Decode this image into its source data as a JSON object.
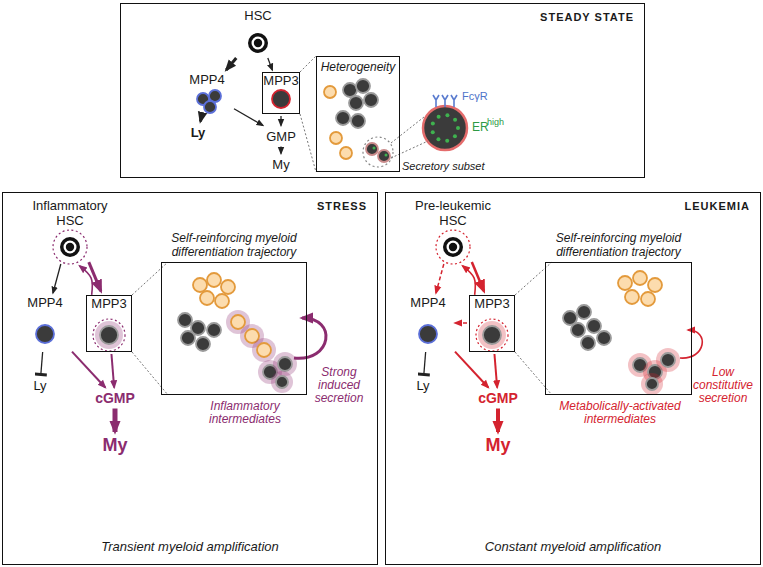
{
  "diagram": {
    "nodes": [
      {
        "text": [
          "STEADY STATE"
        ]
      },
      {
        "text": [
          "HSC"
        ],
        "in": 0
      },
      {
        "text": [
          "MPP4"
        ],
        "in": 0
      },
      {
        "text": [
          "MPP3"
        ],
        "in": 0
      },
      {
        "text": [
          "Ly"
        ],
        "in": 0
      },
      {
        "text": [
          "GMP"
        ],
        "in": 0
      },
      {
        "text": [
          "My"
        ],
        "in": 0
      },
      {
        "text": [
          "Heterogeneity"
        ],
        "in": 0
      },
      {
        "text": [
          "STRESS",
          "Transient myeloid amplification"
        ]
      },
      {
        "text": [
          "Inflammatory HSC"
        ],
        "in": 8
      },
      {
        "text": [
          "MPP4"
        ],
        "in": 8
      },
      {
        "text": [
          "MPP3"
        ],
        "in": 8
      },
      {
        "text": [
          "Ly"
        ],
        "in": 8
      },
      {
        "text": [
          "cGMP"
        ],
        "in": 8
      },
      {
        "text": [
          "My"
        ],
        "in": 8
      },
      {
        "text": [
          "Self-reinforcing myeloid differentiation trajectory"
        ],
        "in": 8
      },
      {
        "text": [
          "LEUKEMIA",
          "Constant myeloid amplification"
        ]
      },
      {
        "text": [
          "Pre-leukemic HSC"
        ],
        "in": 16
      },
      {
        "text": [
          "MPP4"
        ],
        "in": 16
      },
      {
        "text": [
          "MPP3"
        ],
        "in": 16
      },
      {
        "text": [
          "Ly"
        ],
        "in": 16
      },
      {
        "text": [
          "cGMP"
        ],
        "in": 16
      },
      {
        "text": [
          "My"
        ],
        "in": 16
      },
      {
        "text": [
          "Self-reinforcing myeloid differentiation trajectory"
        ],
        "in": 16
      }
    ],
    "edges": [
      {
        "from": 1,
        "to": 2,
        "arrow": "to"
      },
      {
        "from": 1,
        "to": 3,
        "arrow": "to"
      },
      {
        "from": 2,
        "to": 4,
        "arrow": "to"
      },
      {
        "from": 2,
        "to": 5,
        "arrow": "to"
      },
      {
        "from": 3,
        "to": 5,
        "arrow": "to"
      },
      {
        "from": 5,
        "to": 6,
        "arrow": "to"
      },
      {
        "from": 9,
        "to": 10,
        "arrow": "to"
      },
      {
        "from": 9,
        "to": 11,
        "arrow": "to"
      },
      {
        "from": 11,
        "to": 9,
        "arrow": "to"
      },
      {
        "from": 10,
        "to": 12,
        "arrow": "to"
      },
      {
        "from": 10,
        "to": 13,
        "arrow": "to"
      },
      {
        "from": 11,
        "to": 13,
        "arrow": "to"
      },
      {
        "from": 13,
        "to": 14,
        "arrow": "to"
      },
      {
        "from": 17,
        "to": 18,
        "arrow": "to"
      },
      {
        "from": 17,
        "to": 19,
        "arrow": "to"
      },
      {
        "from": 19,
        "to": 17,
        "arrow": "to"
      },
      {
        "from": 19,
        "to": 18,
        "arrow": "to"
      },
      {
        "from": 18,
        "to": 20,
        "arrow": "to"
      },
      {
        "from": 18,
        "to": 21,
        "arrow": "to"
      },
      {
        "from": 19,
        "to": 21,
        "arrow": "to"
      },
      {
        "from": 21,
        "to": 22,
        "arrow": "to"
      }
    ],
    "labels": [
      "FcγR",
      "ER",
      "high",
      "Secretory subset",
      "Inflammatory intermediates",
      "Strong induced secretion",
      "Metabolically-activated intermediates",
      "Low constitutive secretion"
    ]
  }
}
